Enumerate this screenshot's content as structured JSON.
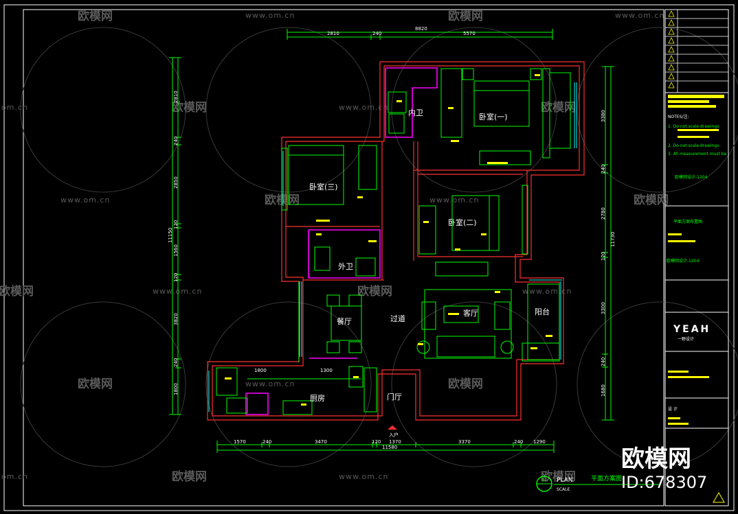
{
  "watermark": {
    "brand": "欧模网",
    "url": "www.om.cn",
    "url_short": "om.cn"
  },
  "rooms": {
    "bedroom1": "卧室(一)",
    "bedroom2": "卧室(二)",
    "bedroom3": "卧室(三)",
    "inner_bath": "内卫",
    "outer_bath": "外卫",
    "dining": "餐厅",
    "corridor": "过道",
    "living": "客厅",
    "balcony": "阳台",
    "kitchen": "厨房",
    "foyer": "门厅",
    "entrance": "入户"
  },
  "dimensions": {
    "top_total": "8820",
    "top_1": "2810",
    "top_2": "240",
    "top_3": "5570",
    "bottom_1": "1570",
    "bottom_2": "240",
    "bottom_3": "3470",
    "bottom_4": "120",
    "bottom_5": "1370",
    "bottom_6": "3370",
    "bottom_7": "240",
    "bottom_8": "1290",
    "bottom_total": "11580",
    "kitchen_1": "1800",
    "kitchen_2": "1300",
    "left_1": "2810",
    "left_2": "240",
    "left_3": "2850",
    "left_4": "120",
    "left_5": "1560",
    "left_6": "120",
    "left_7": "3820",
    "left_8": "240",
    "left_9": "1800",
    "left_total": "11150",
    "right_1": "3380",
    "right_2": "240",
    "right_3": "2780",
    "right_4": "120",
    "right_5": "3300",
    "right_6": "240",
    "right_7": "1680",
    "right_total": "11730"
  },
  "plan_title": {
    "label": "平面方案图",
    "plan": "PLAN",
    "scale": "SCALE",
    "number": "01"
  },
  "title_block": {
    "notes_head": "NOTES/注:",
    "note1": "1. Do not scale drawings",
    "note2": "2. Do not scale drawings",
    "note3": "3. All measurement must be",
    "project_code": "欧模网设计-1204",
    "drawing_name": "平面方案布置图",
    "company_logo": "YEAH",
    "company_name": "一野设计",
    "drawn": "设 计",
    "id_label": "ID:678307",
    "big_brand": "欧模网"
  }
}
